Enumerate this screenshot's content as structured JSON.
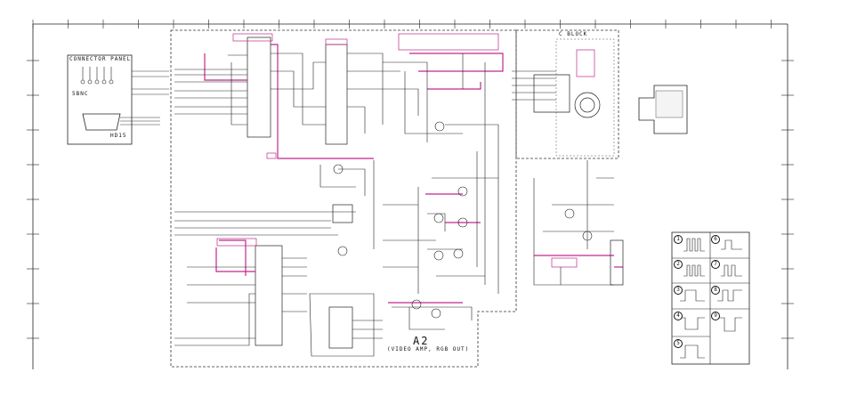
{
  "connector_panel": {
    "title": "CONNECTOR PANEL",
    "bnc_label": "5BNC",
    "dsub_label": "HD15"
  },
  "c_block": {
    "label": "C BLOCK"
  },
  "board": {
    "name": "A2",
    "description": "(VIDEO AMP, RGB OUT)"
  },
  "waveforms": {
    "numbers": [
      "1",
      "2",
      "3",
      "4",
      "5",
      "6",
      "7",
      "8",
      "9"
    ]
  }
}
